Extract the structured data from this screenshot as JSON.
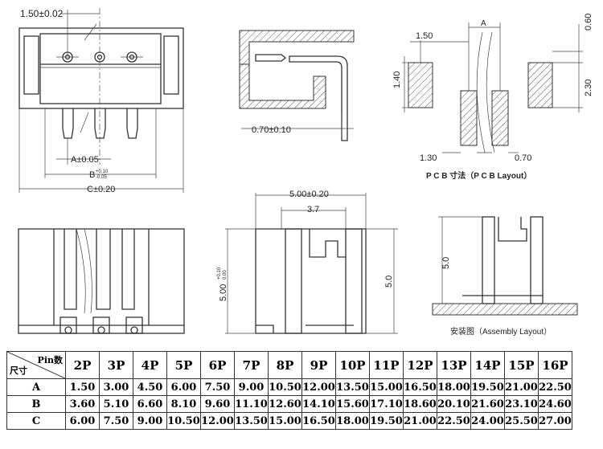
{
  "views": {
    "top_left": {
      "pitch": "1.50±0.02",
      "dim_a": "A±0.05",
      "dim_b": "B",
      "dim_b_tol_plus": "+0.10",
      "dim_b_tol_minus": "-0.05",
      "dim_c": "C±0.20"
    },
    "side": {
      "pin_dim": "0.70±0.10"
    },
    "pcb": {
      "dim_pitch": "1.50",
      "dim_a": "A",
      "dim_top": "0.60",
      "dim_height": "1.40",
      "dim_height2": "2.30",
      "dim_offset": "1.30",
      "dim_width": "0.70",
      "caption": "P C B 寸法（P C B Layout）"
    },
    "front_mid": {
      "width": "5.00±0.20",
      "inner": "3.7",
      "height_left": "5.00",
      "height_left_tol_plus": "+0.10",
      "height_left_tol_minus": "0.00",
      "height_right": "5.0"
    },
    "assembly": {
      "height": "5.0",
      "caption": "安装图（Assembly Layout）"
    }
  },
  "table": {
    "corner_top": "Pin数",
    "corner_bottom": "尺寸",
    "columns": [
      "2P",
      "3P",
      "4P",
      "5P",
      "6P",
      "7P",
      "8P",
      "9P",
      "10P",
      "11P",
      "12P",
      "13P",
      "14P",
      "15P",
      "16P"
    ],
    "rows": [
      {
        "label": "A",
        "values": [
          "1.50",
          "3.00",
          "4.50",
          "6.00",
          "7.50",
          "9.00",
          "10.50",
          "12.00",
          "13.50",
          "15.00",
          "16.50",
          "18.00",
          "19.50",
          "21.00",
          "22.50"
        ]
      },
      {
        "label": "B",
        "values": [
          "3.60",
          "5.10",
          "6.60",
          "8.10",
          "9.60",
          "11.10",
          "12.60",
          "14.10",
          "15.60",
          "17.10",
          "18.60",
          "20.10",
          "21.60",
          "23.10",
          "24.60"
        ]
      },
      {
        "label": "C",
        "values": [
          "6.00",
          "7.50",
          "9.00",
          "10.50",
          "12.00",
          "13.50",
          "15.00",
          "16.50",
          "18.00",
          "19.50",
          "21.00",
          "22.50",
          "24.00",
          "25.50",
          "27.00"
        ]
      }
    ]
  }
}
